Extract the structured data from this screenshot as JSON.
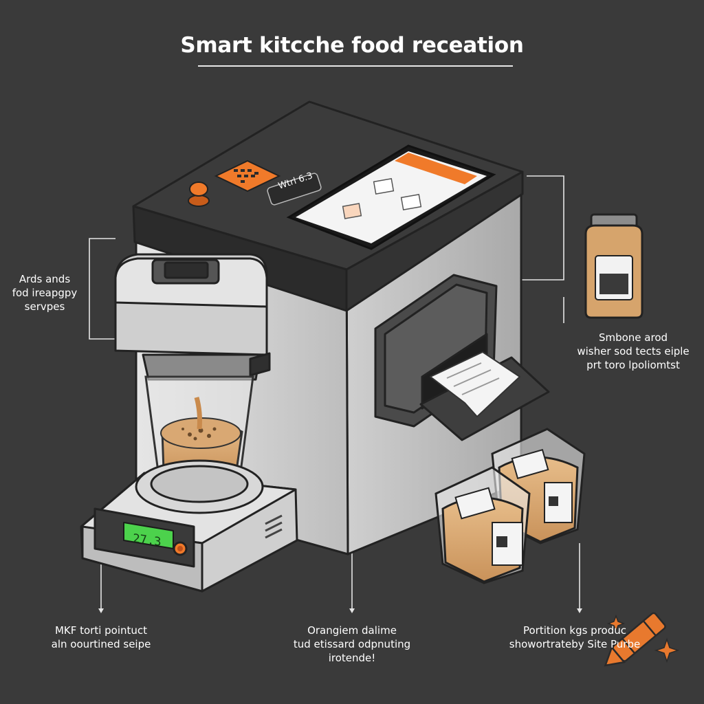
{
  "title": "Smart kitcche food receation",
  "labels": {
    "left_top": [
      "Ards ands",
      "fod ireapgpy",
      "servpes"
    ],
    "right_mid": [
      "Smbone arod",
      "wisher sod tects eiple",
      "prt toro lpoliomtst"
    ],
    "bottom_left": [
      "MKF torti pointuct",
      "aln oourtined seipe"
    ],
    "bottom_mid": [
      "Orangiem dalime",
      "tud etissard odpnuting",
      "irotende!"
    ],
    "bottom_right": [
      "Portition kgs produc",
      "showortrateby Site Purbe"
    ]
  },
  "scale_display": "27.3",
  "machine_panel_text": "Wtrl 6.3",
  "colors": {
    "background": "#3a3a3a",
    "accent": "#f07a2a",
    "machine_body": "#d4d4d4",
    "machine_top": "#3b3b3b",
    "scale_display": "#4cd24c",
    "food": "#d9a873"
  },
  "icons": [
    "crayon-icon",
    "sparkle-icon"
  ]
}
